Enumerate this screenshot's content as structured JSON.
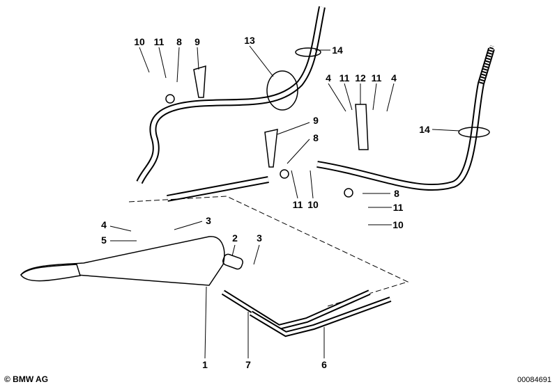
{
  "diagram": {
    "callouts": [
      {
        "id": "c1",
        "text": "10"
      },
      {
        "id": "c2",
        "text": "11"
      },
      {
        "id": "c3",
        "text": "8"
      },
      {
        "id": "c4",
        "text": "9"
      },
      {
        "id": "c5",
        "text": "13"
      },
      {
        "id": "c6",
        "text": "14"
      },
      {
        "id": "c7",
        "text": "4"
      },
      {
        "id": "c8",
        "text": "11"
      },
      {
        "id": "c9",
        "text": "12"
      },
      {
        "id": "c10",
        "text": "11"
      },
      {
        "id": "c11",
        "text": "4"
      },
      {
        "id": "c12",
        "text": "14"
      },
      {
        "id": "c13",
        "text": "9"
      },
      {
        "id": "c14",
        "text": "8"
      },
      {
        "id": "c15",
        "text": "11"
      },
      {
        "id": "c16",
        "text": "10"
      },
      {
        "id": "c17",
        "text": "8"
      },
      {
        "id": "c18",
        "text": "11"
      },
      {
        "id": "c19",
        "text": "10"
      },
      {
        "id": "c20",
        "text": "3"
      },
      {
        "id": "c21",
        "text": "4"
      },
      {
        "id": "c22",
        "text": "5"
      },
      {
        "id": "c23",
        "text": "2"
      },
      {
        "id": "c24",
        "text": "3"
      },
      {
        "id": "c25",
        "text": "1"
      },
      {
        "id": "c26",
        "text": "7"
      },
      {
        "id": "c27",
        "text": "6"
      }
    ],
    "copyright": "© BMW AG",
    "document_number": "00084691"
  }
}
